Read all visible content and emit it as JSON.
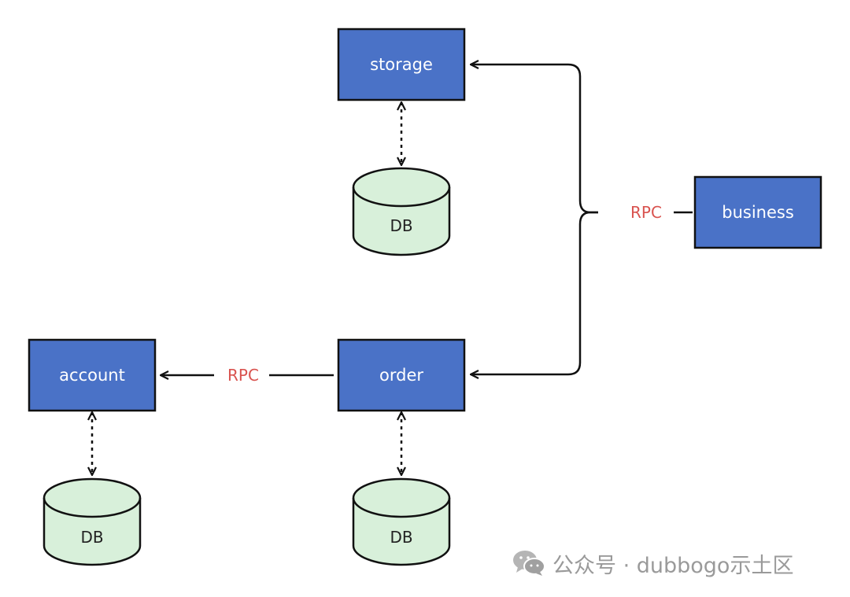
{
  "services": {
    "storage": "storage",
    "business": "business",
    "order": "order",
    "account": "account"
  },
  "databases": {
    "storage_db": "DB",
    "order_db": "DB",
    "account_db": "DB"
  },
  "connections": {
    "business_rpc": "RPC",
    "order_account_rpc": "RPC"
  },
  "watermark": {
    "text": "公众号 · dubbogo示土区",
    "icon": "wechat-icon"
  },
  "colors": {
    "service_fill": "#4a72c7",
    "db_fill": "#d8f0da",
    "rpc_text": "#d9534f",
    "line": "#111111"
  }
}
